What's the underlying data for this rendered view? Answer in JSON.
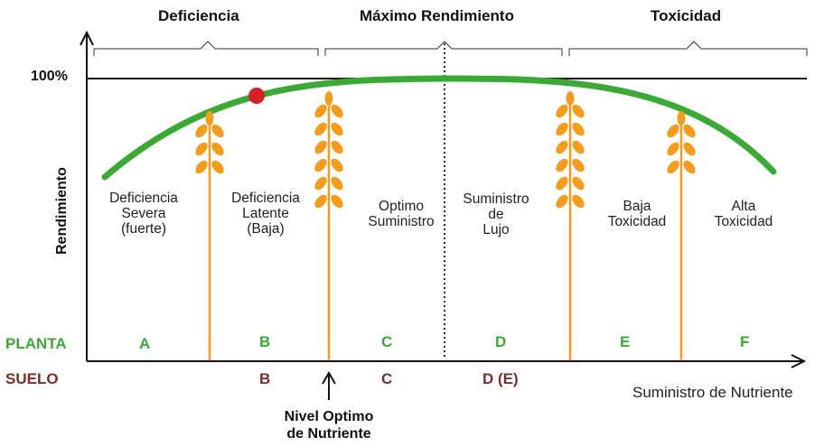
{
  "colors": {
    "curve": "#3aaa35",
    "stalk": "#f39c1e",
    "grain": "#f39c1e",
    "optimum_point": "#d62028",
    "plant_label": "#3aaa35",
    "soil_label": "#7b2e2a",
    "axis": "#111111"
  },
  "headers": {
    "deficiency": "Deficiencia",
    "max_yield": "Máximo Rendimiento",
    "toxicity": "Toxicidad"
  },
  "y_axis": {
    "label": "Rendimiento",
    "tick_100": "100%"
  },
  "x_axis": {
    "label": "Suministro de Nutriente"
  },
  "zones": [
    {
      "lines": [
        "Deficiencia",
        "Severa",
        "(fuerte)"
      ]
    },
    {
      "lines": [
        "Deficiencia",
        "Latente",
        "(Baja)"
      ]
    },
    {
      "lines": [
        "Optimo",
        "Suministro"
      ]
    },
    {
      "lines": [
        "Suministro",
        "de",
        "Lujo"
      ]
    },
    {
      "lines": [
        "Baja",
        "Toxicidad"
      ]
    },
    {
      "lines": [
        "Alta",
        "Toxicidad"
      ]
    }
  ],
  "plant_row": {
    "label": "PLANTA",
    "letters": [
      "A",
      "B",
      "C",
      "D",
      "E",
      "F"
    ]
  },
  "soil_row": {
    "label": "SUELO",
    "letters": [
      "B",
      "C",
      "D (E)"
    ]
  },
  "optimum_marker": {
    "line1": "Nivel Optimo",
    "line2": "de Nutriente"
  },
  "icons": [
    "wheat-icon",
    "up-arrow-icon"
  ]
}
